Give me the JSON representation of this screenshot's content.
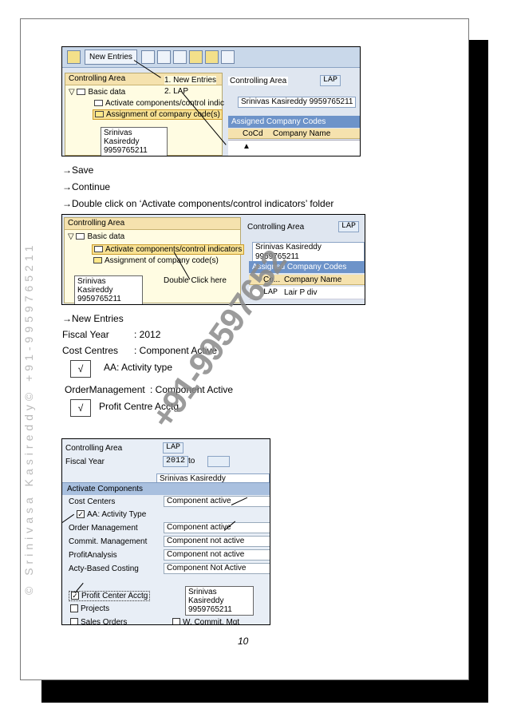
{
  "watermarks": {
    "side": "© Srinivasa Kasireddy© +91-9959765211",
    "diagonal": "+91-99597652"
  },
  "screenshot1": {
    "toolbar": {
      "new_entries": "New Entries"
    },
    "tree_header": "Controlling Area",
    "tree_items": [
      "Basic data",
      "Activate components/control indic",
      "Assignment of company code(s)"
    ],
    "callouts": [
      "1. New Entries",
      "2. LAP"
    ],
    "note": [
      "Srinivas Kasireddy",
      "9959765211"
    ],
    "right_label": "Controlling Area",
    "right_value": "LAP",
    "right_note": "Srinivas Kasireddy 9959765211",
    "table_title": "Assigned Company Codes",
    "columns": [
      "CoCd",
      "Company Name"
    ]
  },
  "steps": {
    "save": "→Save",
    "continue": "→Continue",
    "double_click": "→Double click  on ‘Activate components/control indicators’  folder"
  },
  "screenshot2": {
    "tree_header": "Controlling Area",
    "tree_items": [
      "Basic data",
      "Activate components/control indicators",
      "Assignment of company code(s)"
    ],
    "note": [
      "Srinivas Kasireddy",
      "9959765211"
    ],
    "callout": "Double Click here",
    "right_label": "Controlling Area",
    "right_value": "LAP",
    "right_note": "Srinivas Kasireddy 9959765211",
    "table_title": "Assigned Company Codes",
    "columns": [
      "Co...",
      "Company Name"
    ],
    "row": {
      "code": "LAP",
      "name": "Lair P div"
    }
  },
  "settings": {
    "new_entries": "→New Entries",
    "fiscal_year_label": "Fiscal Year",
    "fiscal_year_value": ": 2012",
    "cost_centres_label": "Cost Centres",
    "cost_centres_value": ": Component Active",
    "check_mark": "√",
    "aa_label": "AA: Activity type",
    "order_mgmt_label": "OrderManagement",
    "order_mgmt_value": ":   Component Active",
    "profit_centre_label": "Profit Centre Acctg"
  },
  "screenshot3": {
    "controlling_area_label": "Controlling Area",
    "controlling_area_value": "LAP",
    "fiscal_year_label": "Fiscal Year",
    "fiscal_year_value": "2012",
    "to_label": "to",
    "note_top": "Srinivas Kasireddy 9959765211",
    "section_title": "Activate Components",
    "rows": [
      {
        "label": "Cost Centers",
        "value": "Component active"
      },
      {
        "label": "AA: Activity Type",
        "value": ""
      },
      {
        "label": "Order Management",
        "value": "Component active"
      },
      {
        "label": "Commit. Management",
        "value": "Component not active"
      },
      {
        "label": "ProfitAnalysis",
        "value": "Component not active"
      },
      {
        "label": "Acty-Based Costing",
        "value": "Component Not Active"
      }
    ],
    "checkboxes": [
      "Profit Center Acctg",
      "Projects",
      "Sales Orders",
      "W. Commit. Mgt"
    ],
    "note_bottom": [
      "Srinivas Kasireddy",
      "9959765211"
    ]
  },
  "page_number": "10"
}
